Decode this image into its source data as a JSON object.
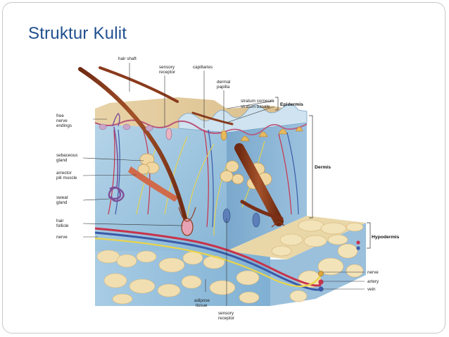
{
  "slide_title": "Struktur Kulit",
  "labels": {
    "hair_shaft": "hair shaft",
    "sensory_receptor_top": [
      "sensory",
      "receptor"
    ],
    "capillaries": "capillaries",
    "dermal_papilla": [
      "dermal",
      "papilla"
    ],
    "stratum_corneum": "stratum corneum",
    "stratum_basale": "stratum basale",
    "epidermis": "Epidermis",
    "dermis": "Dermis",
    "hypodermis": "Hypodermis",
    "free_nerve_endings": [
      "free",
      "nerve",
      "endings"
    ],
    "sebaceous_gland": [
      "sebaceous",
      "gland"
    ],
    "arrector_pili_muscle": [
      "arrector",
      "pili muscle"
    ],
    "sweat_gland": [
      "sweat",
      "gland"
    ],
    "hair_follicle": [
      "hair",
      "follicle"
    ],
    "nerve_left": "nerve",
    "adipose_tissue": [
      "adipose",
      "tissue"
    ],
    "sensory_receptor_bottom": [
      "sensory",
      "receptor"
    ],
    "nerve_right": "nerve",
    "artery": "artery",
    "vein": "vein"
  },
  "colors": {
    "title": "#1f4f8f",
    "epidermis_surface": "#e2c89a",
    "dermis": "#9cc4de",
    "hypodermis_fat": "#f1dfb2",
    "hair": "#8a3a1c",
    "artery": "#c8324b",
    "vein": "#3a5aa8",
    "nerve": "#e9d44a"
  }
}
